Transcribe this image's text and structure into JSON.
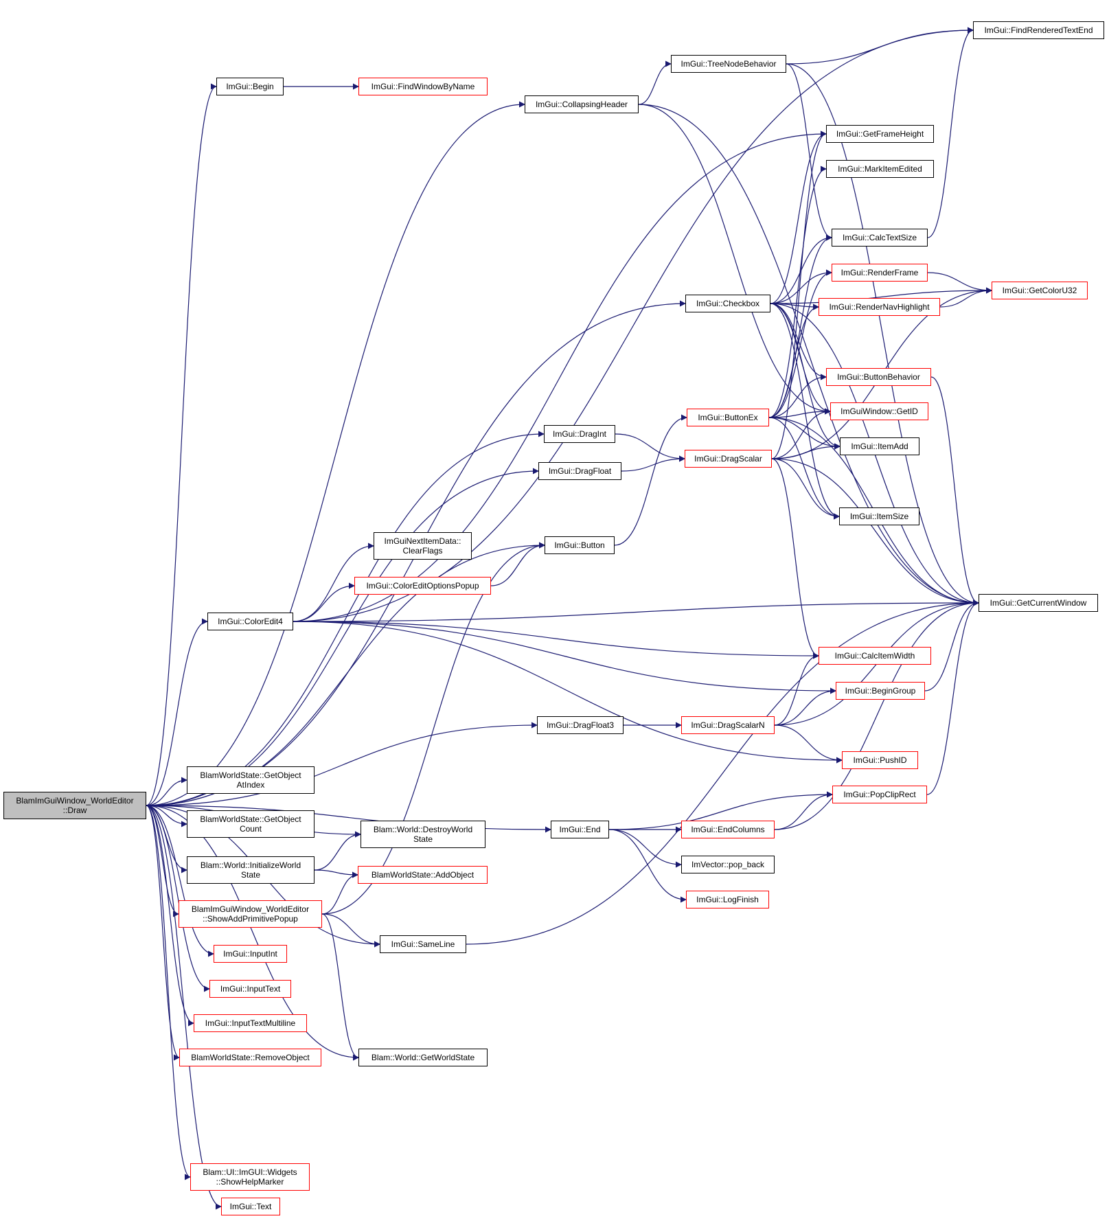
{
  "diagram": {
    "colors": {
      "edge": "#191970",
      "link_border": "#ff0000",
      "plain_border": "#000000",
      "root_fill": "#bfbfbf"
    },
    "nodes": {
      "root": "BlamImGuiWindow_WorldEditor\n::Draw",
      "begin": "ImGui::Begin",
      "find_window_by_name": "ImGui::FindWindowByName",
      "collapsing_header": "ImGui::CollapsingHeader",
      "tree_node_behavior": "ImGui::TreeNodeBehavior",
      "find_rendered_text_end": "ImGui::FindRenderedTextEnd",
      "get_frame_height": "ImGui::GetFrameHeight",
      "mark_item_edited": "ImGui::MarkItemEdited",
      "calc_text_size": "ImGui::CalcTextSize",
      "render_frame": "ImGui::RenderFrame",
      "get_color_u32": "ImGui::GetColorU32",
      "checkbox": "ImGui::Checkbox",
      "render_nav_highlight": "ImGui::RenderNavHighlight",
      "button_behavior": "ImGui::ButtonBehavior",
      "button_ex": "ImGui::ButtonEx",
      "get_id": "ImGuiWindow::GetID",
      "drag_int": "ImGui::DragInt",
      "drag_scalar": "ImGui::DragScalar",
      "item_add": "ImGui::ItemAdd",
      "drag_float": "ImGui::DragFloat",
      "item_size": "ImGui::ItemSize",
      "next_item_clear_flags": "ImGuiNextItemData::\nClearFlags",
      "button": "ImGui::Button",
      "color_edit_options_popup": "ImGui::ColorEditOptionsPopup",
      "color_edit4": "ImGui::ColorEdit4",
      "get_current_window": "ImGui::GetCurrentWindow",
      "calc_item_width": "ImGui::CalcItemWidth",
      "begin_group": "ImGui::BeginGroup",
      "drag_float3": "ImGui::DragFloat3",
      "drag_scalar_n": "ImGui::DragScalarN",
      "push_id": "ImGui::PushID",
      "get_object_at_index": "BlamWorldState::GetObject\nAtIndex",
      "pop_clip_rect": "ImGui::PopClipRect",
      "get_object_count": "BlamWorldState::GetObject\nCount",
      "destroy_world_state": "Blam::World::DestroyWorld\nState",
      "end": "ImGui::End",
      "end_columns": "ImGui::EndColumns",
      "initialize_world_state": "Blam::World::InitializeWorld\nState",
      "pop_back": "ImVector::pop_back",
      "add_object": "BlamWorldState::AddObject",
      "log_finish": "ImGui::LogFinish",
      "show_add_primitive_popup": "BlamImGuiWindow_WorldEditor\n::ShowAddPrimitivePopup",
      "same_line": "ImGui::SameLine",
      "input_int": "ImGui::InputInt",
      "input_text": "ImGui::InputText",
      "input_text_multiline": "ImGui::InputTextMultiline",
      "remove_object": "BlamWorldState::RemoveObject",
      "get_world_state": "Blam::World::GetWorldState",
      "show_help_marker": "Blam::UI::ImGUI::Widgets\n::ShowHelpMarker",
      "text": "ImGui::Text"
    },
    "edges": [
      [
        "root",
        "begin"
      ],
      [
        "root",
        "collapsing_header"
      ],
      [
        "root",
        "checkbox"
      ],
      [
        "root",
        "drag_int"
      ],
      [
        "root",
        "drag_float"
      ],
      [
        "root",
        "button"
      ],
      [
        "root",
        "color_edit4"
      ],
      [
        "root",
        "drag_float3"
      ],
      [
        "root",
        "get_object_at_index"
      ],
      [
        "root",
        "get_object_count"
      ],
      [
        "root",
        "destroy_world_state"
      ],
      [
        "root",
        "end"
      ],
      [
        "root",
        "initialize_world_state"
      ],
      [
        "root",
        "show_add_primitive_popup"
      ],
      [
        "root",
        "input_int"
      ],
      [
        "root",
        "input_text"
      ],
      [
        "root",
        "input_text_multiline"
      ],
      [
        "root",
        "remove_object"
      ],
      [
        "root",
        "same_line"
      ],
      [
        "root",
        "get_world_state"
      ],
      [
        "root",
        "show_help_marker"
      ],
      [
        "root",
        "text"
      ],
      [
        "begin",
        "find_window_by_name"
      ],
      [
        "collapsing_header",
        "tree_node_behavior"
      ],
      [
        "collapsing_header",
        "get_current_window"
      ],
      [
        "collapsing_header",
        "get_id"
      ],
      [
        "tree_node_behavior",
        "find_rendered_text_end"
      ],
      [
        "tree_node_behavior",
        "get_current_window"
      ],
      [
        "tree_node_behavior",
        "calc_text_size"
      ],
      [
        "calc_text_size",
        "find_rendered_text_end"
      ],
      [
        "render_frame",
        "get_color_u32"
      ],
      [
        "render_nav_highlight",
        "get_color_u32"
      ],
      [
        "checkbox",
        "get_frame_height"
      ],
      [
        "checkbox",
        "calc_text_size"
      ],
      [
        "checkbox",
        "render_frame"
      ],
      [
        "checkbox",
        "render_nav_highlight"
      ],
      [
        "checkbox",
        "button_behavior"
      ],
      [
        "checkbox",
        "get_id"
      ],
      [
        "checkbox",
        "item_add"
      ],
      [
        "checkbox",
        "item_size"
      ],
      [
        "checkbox",
        "get_current_window"
      ],
      [
        "checkbox",
        "get_color_u32"
      ],
      [
        "button_ex",
        "mark_item_edited"
      ],
      [
        "button_ex",
        "calc_text_size"
      ],
      [
        "button_ex",
        "render_frame"
      ],
      [
        "button_ex",
        "render_nav_highlight"
      ],
      [
        "button_ex",
        "button_behavior"
      ],
      [
        "button_ex",
        "get_id"
      ],
      [
        "button_ex",
        "item_add"
      ],
      [
        "button_ex",
        "item_size"
      ],
      [
        "button_ex",
        "get_current_window"
      ],
      [
        "drag_int",
        "drag_scalar"
      ],
      [
        "drag_float",
        "drag_scalar"
      ],
      [
        "drag_scalar",
        "get_frame_height"
      ],
      [
        "drag_scalar",
        "get_id"
      ],
      [
        "drag_scalar",
        "item_add"
      ],
      [
        "drag_scalar",
        "item_size"
      ],
      [
        "drag_scalar",
        "calc_item_width"
      ],
      [
        "drag_scalar",
        "get_current_window"
      ],
      [
        "drag_scalar",
        "get_color_u32"
      ],
      [
        "button",
        "button_ex"
      ],
      [
        "button_behavior",
        "get_current_window"
      ],
      [
        "color_edit4",
        "next_item_clear_flags"
      ],
      [
        "color_edit4",
        "color_edit_options_popup"
      ],
      [
        "color_edit4",
        "get_current_window"
      ],
      [
        "color_edit4",
        "calc_item_width"
      ],
      [
        "color_edit4",
        "begin_group"
      ],
      [
        "color_edit4",
        "push_id"
      ],
      [
        "color_edit4",
        "find_rendered_text_end"
      ],
      [
        "color_edit4",
        "get_frame_height"
      ],
      [
        "color_edit_options_popup",
        "button"
      ],
      [
        "drag_float3",
        "drag_scalar_n"
      ],
      [
        "drag_scalar_n",
        "calc_item_width"
      ],
      [
        "drag_scalar_n",
        "begin_group"
      ],
      [
        "drag_scalar_n",
        "push_id"
      ],
      [
        "drag_scalar_n",
        "get_current_window"
      ],
      [
        "begin_group",
        "get_current_window"
      ],
      [
        "pop_clip_rect",
        "get_current_window"
      ],
      [
        "end",
        "pop_clip_rect"
      ],
      [
        "end",
        "end_columns"
      ],
      [
        "end",
        "pop_back"
      ],
      [
        "end",
        "log_finish"
      ],
      [
        "end_columns",
        "pop_clip_rect"
      ],
      [
        "end_columns",
        "get_current_window"
      ],
      [
        "initialize_world_state",
        "destroy_world_state"
      ],
      [
        "initialize_world_state",
        "add_object"
      ],
      [
        "show_add_primitive_popup",
        "add_object"
      ],
      [
        "show_add_primitive_popup",
        "button"
      ],
      [
        "show_add_primitive_popup",
        "same_line"
      ],
      [
        "show_add_primitive_popup",
        "get_world_state"
      ],
      [
        "same_line",
        "get_current_window"
      ]
    ]
  }
}
